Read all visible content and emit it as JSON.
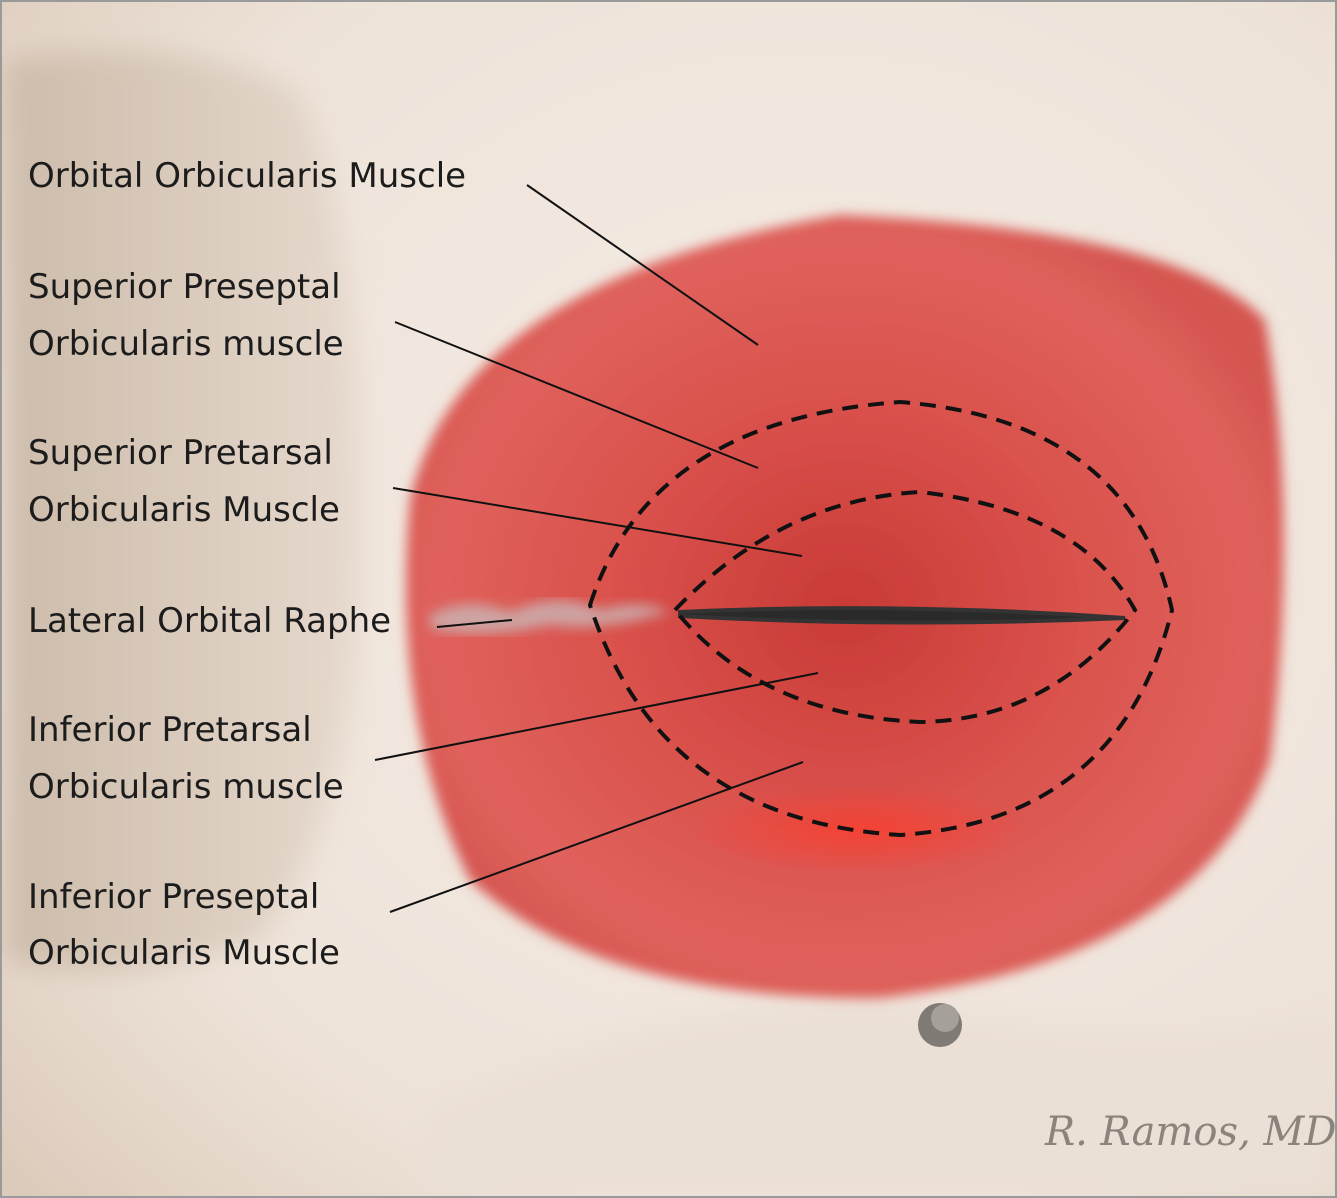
{
  "labels": {
    "orbital": "Orbital Orbicularis Muscle",
    "sup_preseptal_1": "Superior Preseptal",
    "sup_preseptal_2": "Orbicularis muscle",
    "sup_pretarsal_1": "Superior Pretarsal",
    "sup_pretarsal_2": "Orbicularis Muscle",
    "raphe": "Lateral Orbital Raphe",
    "inf_pretarsal_1": "Inferior Pretarsal",
    "inf_pretarsal_2": "Orbicularis muscle",
    "inf_preseptal_1": "Inferior Preseptal",
    "inf_preseptal_2": "Orbicularis Muscle"
  },
  "signature": "R. Ramos, MD",
  "colors": {
    "muscle": "#d9534f",
    "skin": "#efe4da",
    "shadow": "#c9b8a6"
  }
}
